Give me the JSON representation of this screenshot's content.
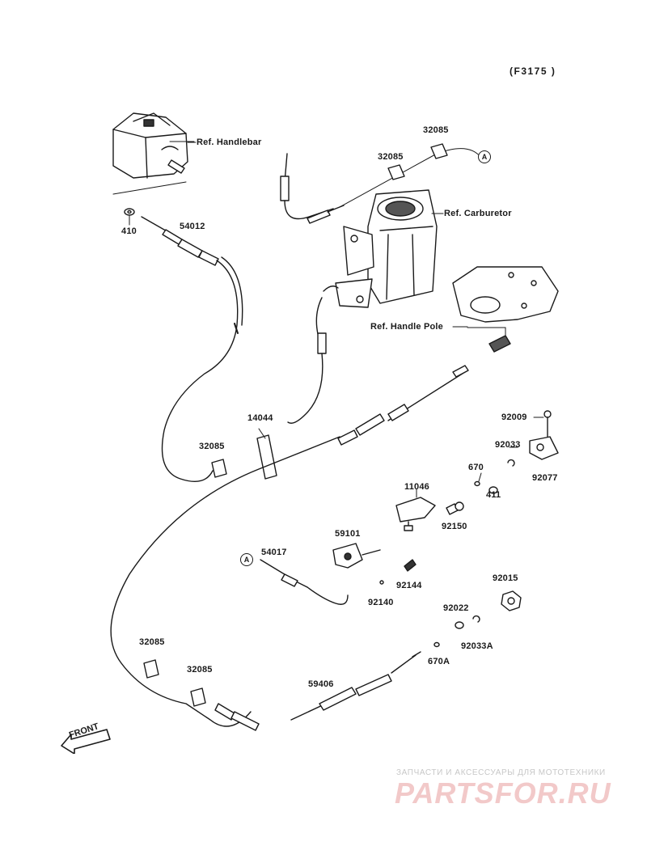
{
  "diagram_code": "(F3175 )",
  "refs": {
    "handlebar": "Ref. Handlebar",
    "carburetor": "Ref. Carburetor",
    "handle_pole": "Ref. Handle Pole"
  },
  "callout_letter": "A",
  "front_label": "FRONT",
  "parts": {
    "p32085_a": "32085",
    "p32085_b": "32085",
    "p32085_c": "32085",
    "p32085_d": "32085",
    "p32085_e": "32085",
    "p410": "410",
    "p54012": "54012",
    "p14044": "14044",
    "p92009": "92009",
    "p92033": "92033",
    "p670": "670",
    "p411": "411",
    "p92077": "92077",
    "p11046": "11046",
    "p92150": "92150",
    "p59101": "59101",
    "p54017": "54017",
    "p92144": "92144",
    "p92140": "92140",
    "p92015": "92015",
    "p92022": "92022",
    "p92033A": "92033A",
    "p670A": "670A",
    "p59406": "59406"
  },
  "watermark": {
    "caption": "ЗАПЧАСТИ И АКСЕССУАРЫ ДЛЯ МОТОТЕХНИКИ",
    "logo": "PARTSFOR.RU"
  }
}
